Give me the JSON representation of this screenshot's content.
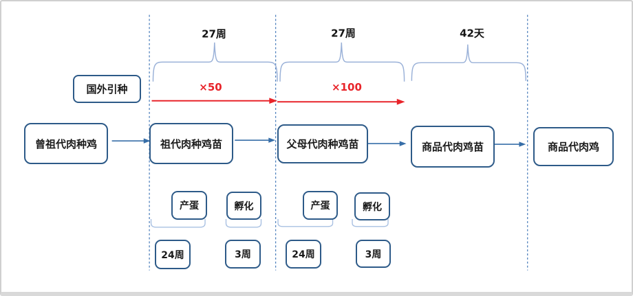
{
  "colors": {
    "box_border": "#2d5a88",
    "flow_arrow_blue": "#376ea8",
    "dashed_line_blue": "#4f81bd",
    "brace_light_blue": "#9ab1d8",
    "accent_red": "#e8242a",
    "frame_gray": "#d9d9d9"
  },
  "timeline": {
    "span1_label": "27周",
    "span2_label": "27周",
    "span3_label": "42天",
    "multiplier1": "×50",
    "multiplier2": "×100"
  },
  "flow": {
    "intro": "国外引种",
    "stage1": "曾祖代肉种鸡",
    "stage2": "祖代肉种鸡苗",
    "stage3": "父母代肉种鸡苗",
    "stage4": "商品代肉鸡苗",
    "stage5": "商品代肉鸡"
  },
  "process1": {
    "laying": "产蛋",
    "hatching": "孵化",
    "laying_duration": "24周",
    "hatching_duration": "3周"
  },
  "process2": {
    "laying": "产蛋",
    "hatching": "孵化",
    "laying_duration": "24周",
    "hatching_duration": "3周"
  }
}
